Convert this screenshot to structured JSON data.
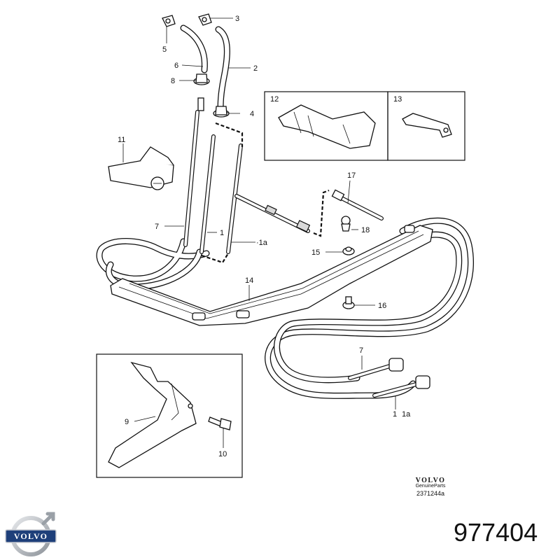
{
  "diagram": {
    "callouts": {
      "c1": "1",
      "c1a": "·1a",
      "c1_lower": "1",
      "c1a_lower": "1a",
      "c2": "2",
      "c3": "3",
      "c4": "4",
      "c5": "5",
      "c6": "6",
      "c7": "7",
      "c7_lower": "7",
      "c8": "8",
      "c9": "9",
      "c10": "10",
      "c11": "11",
      "c12": "12",
      "c13": "13",
      "c14": "14",
      "c15": "15",
      "c16": "16",
      "c17": "17",
      "c18": "18"
    }
  },
  "brand": {
    "name": "VOLVO",
    "subtitle": "GenuineParts",
    "drawing_number": "2371244a",
    "logo_text": "VOLVO"
  },
  "part_number": "977404",
  "colors": {
    "line": "#111111",
    "logo_blue": "#1e3f7a",
    "logo_silver": "#b8bcc2"
  }
}
